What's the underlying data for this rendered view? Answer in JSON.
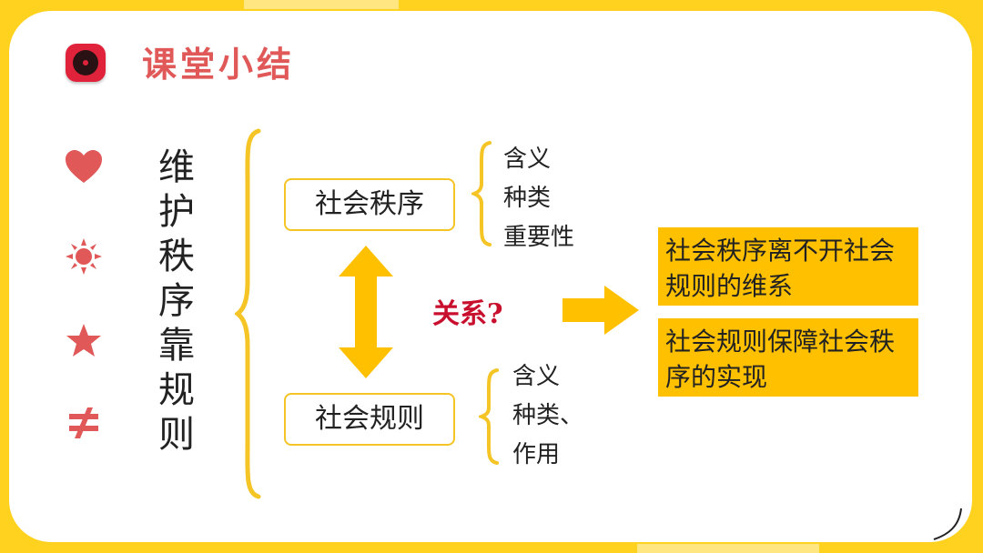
{
  "header": {
    "title": "课堂小结"
  },
  "side_icons": [
    "heart-icon",
    "sun-icon",
    "star-icon",
    "not-equal-icon"
  ],
  "main": {
    "vertical_title": "维护秩序靠规则",
    "social_order": {
      "label": "社会秩序",
      "items": [
        "含义",
        "种类",
        "重要性"
      ]
    },
    "social_rules": {
      "label": "社会规则",
      "items": [
        "含义",
        "种类、",
        "作用"
      ]
    },
    "relation_label": "关系?",
    "answers": [
      "社会秩序离不开社会规则的维系",
      "社会规则保障社会秩序的实现"
    ]
  },
  "colors": {
    "background": "#FFD21F",
    "accent_red": "#E05858",
    "box_border": "#F5C425",
    "answer_fill": "#FFC000",
    "relation_text": "#C8102E"
  }
}
